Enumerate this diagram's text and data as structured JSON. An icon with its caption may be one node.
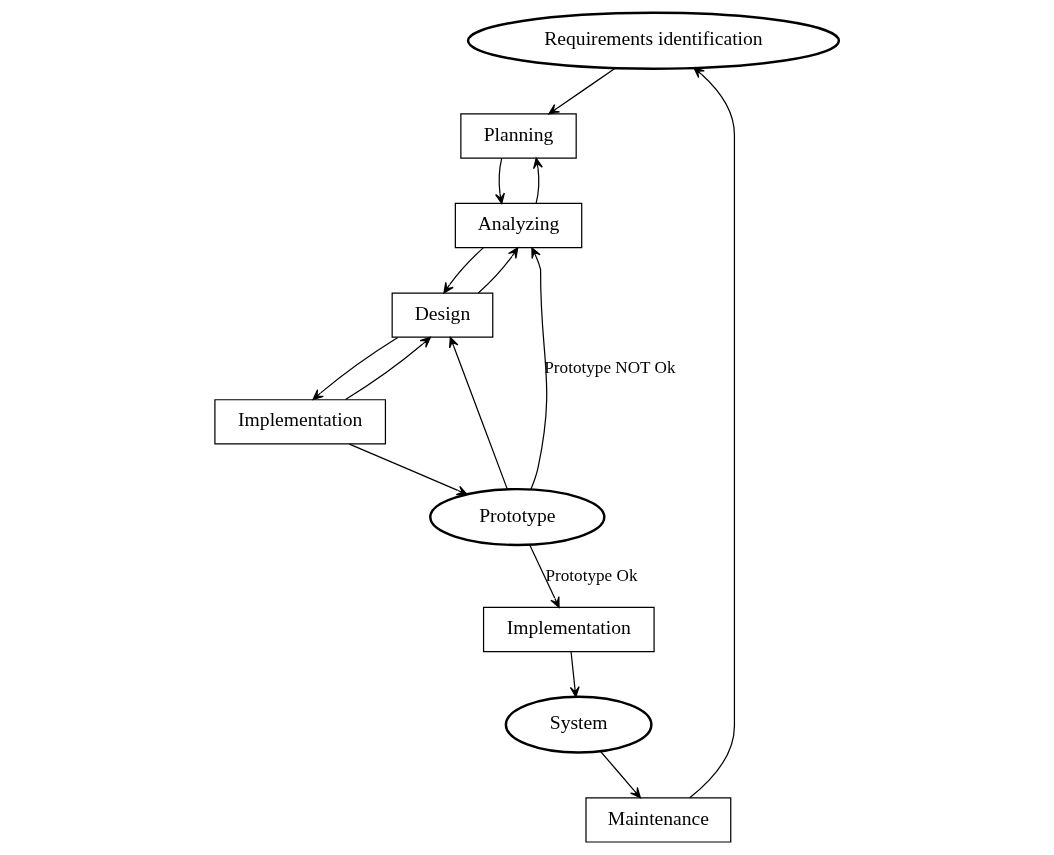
{
  "diagram": {
    "nodes": [
      {
        "text": [
          "Requirements identification"
        ]
      },
      {
        "text": [
          "Planning"
        ]
      },
      {
        "text": [
          "Analyzing"
        ]
      },
      {
        "text": [
          "Design"
        ]
      },
      {
        "text": [
          "Implementation"
        ]
      },
      {
        "text": [
          "Prototype"
        ]
      },
      {
        "text": [
          "Implementation"
        ]
      },
      {
        "text": [
          "Maintenance"
        ]
      },
      {
        "text": [
          "System"
        ]
      }
    ],
    "edges": [
      {
        "from": 0,
        "to": 1,
        "arrow": "to"
      },
      {
        "from": 1,
        "to": 2,
        "arrow": "to"
      },
      {
        "from": 2,
        "to": 1,
        "arrow": "to"
      },
      {
        "from": 2,
        "to": 3,
        "arrow": "to"
      },
      {
        "from": 3,
        "to": 2,
        "arrow": "to"
      },
      {
        "from": 3,
        "to": 4,
        "arrow": "to"
      },
      {
        "from": 4,
        "to": 3,
        "arrow": "to"
      },
      {
        "from": 4,
        "to": 5,
        "arrow": "to"
      },
      {
        "from": 5,
        "to": 2,
        "arrow": "to",
        "label": "Prototype NOT Ok"
      },
      {
        "from": 5,
        "to": 3,
        "arrow": "to"
      },
      {
        "from": 5,
        "to": 6,
        "arrow": "to",
        "label": "Prototype Ok"
      },
      {
        "from": 6,
        "to": 8,
        "arrow": "to"
      },
      {
        "from": 8,
        "to": 7,
        "arrow": "to"
      },
      {
        "from": 7,
        "to": 0,
        "arrow": "to"
      }
    ]
  }
}
